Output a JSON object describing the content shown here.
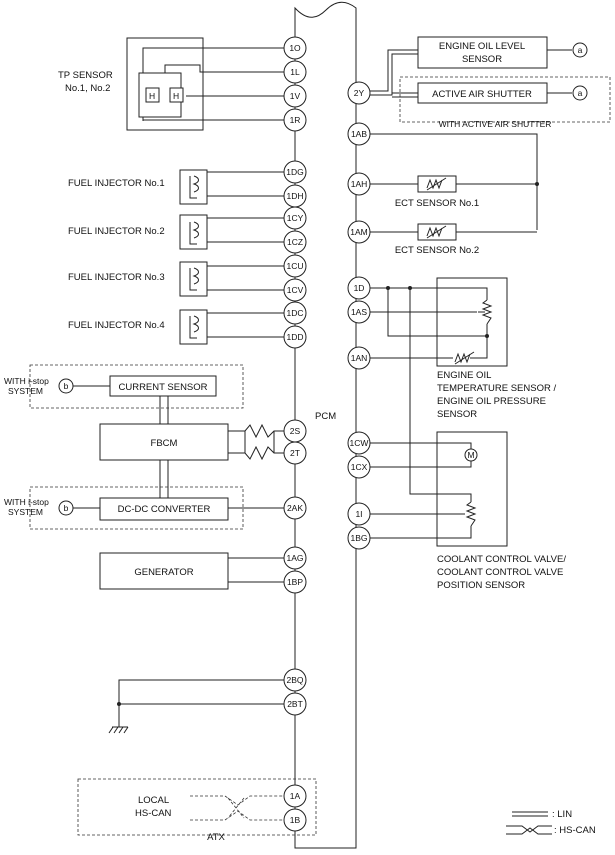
{
  "pcm": {
    "label": "PCM"
  },
  "tp_sensor": {
    "label_line1": "TP SENSOR",
    "label_line2": "No.1, No.2",
    "h_label": "H"
  },
  "fuel_injectors": [
    {
      "label": "FUEL INJECTOR No.1",
      "pins": [
        "1DG",
        "1DH"
      ]
    },
    {
      "label": "FUEL INJECTOR No.2",
      "pins": [
        "1CY",
        "1CZ"
      ]
    },
    {
      "label": "FUEL INJECTOR No.3",
      "pins": [
        "1CU",
        "1CV"
      ]
    },
    {
      "label": "FUEL INJECTOR No.4",
      "pins": [
        "1DC",
        "1DD"
      ]
    }
  ],
  "left_pins": {
    "tp": [
      "1O",
      "1L",
      "1V",
      "1R"
    ],
    "fbcm": [
      "2S",
      "2T"
    ],
    "dcdc": "2AK",
    "generator": [
      "1AG",
      "1BP"
    ],
    "ground": [
      "2BQ",
      "2BT"
    ],
    "atx": [
      "1A",
      "1B"
    ]
  },
  "right_pins": {
    "oil_level": "2Y",
    "ect_common": "1AB",
    "ect1": "1AH",
    "ect2": "1AM",
    "oil_temp": [
      "1D",
      "1AS",
      "1AN"
    ],
    "coolant": [
      "1CW",
      "1CX",
      "1I",
      "1BG"
    ]
  },
  "components": {
    "engine_oil_level_line1": "ENGINE OIL LEVEL",
    "engine_oil_level_line2": "SENSOR",
    "active_air_shutter": "ACTIVE AIR SHUTTER",
    "with_active_air_shutter": "WITH ACTIVE AIR SHUTTER",
    "connector_a": "a",
    "ect1": "ECT SENSOR No.1",
    "ect2": "ECT SENSOR No.2",
    "oil_temp_line1": "ENGINE OIL",
    "oil_temp_line2": "TEMPERATURE SENSOR /",
    "oil_temp_line3": "ENGINE OIL PRESSURE",
    "oil_temp_line4": "SENSOR",
    "coolant_line1": "COOLANT CONTROL VALVE/",
    "coolant_line2": "COOLANT CONTROL VALVE",
    "coolant_line3": "POSITION SENSOR",
    "motor": "M",
    "current_sensor": "CURRENT SENSOR",
    "fbcm": "FBCM",
    "dcdc": "DC-DC CONVERTER",
    "generator": "GENERATOR",
    "with_istop_line1": "WITH i-stop",
    "with_istop_line2": "SYSTEM",
    "connector_b": "b",
    "local_line1": "LOCAL",
    "local_line2": "HS-CAN",
    "atx": "ATX"
  },
  "legend": {
    "lin": ": LIN",
    "hscan": ": HS-CAN"
  }
}
